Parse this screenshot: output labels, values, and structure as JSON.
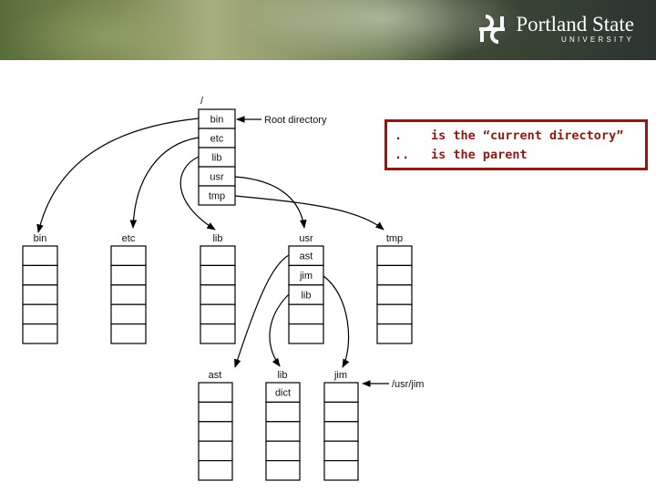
{
  "header": {
    "university_name": "Portland State",
    "university_sub": "UNIVERSITY",
    "colors": {
      "accent": "#8c1a12",
      "banner_overlay_text": "#ffffff"
    }
  },
  "diagram": {
    "root_label": "/",
    "root_annotation": "Root directory",
    "root_entries": [
      "bin",
      "etc",
      "lib",
      "usr",
      "tmp"
    ],
    "child_dirs": [
      {
        "name": "bin",
        "entries": [
          "",
          "",
          "",
          "",
          ""
        ]
      },
      {
        "name": "etc",
        "entries": [
          "",
          "",
          "",
          "",
          ""
        ]
      },
      {
        "name": "lib",
        "entries": [
          "",
          "",
          "",
          "",
          ""
        ]
      },
      {
        "name": "usr",
        "entries": [
          "ast",
          "jim",
          "lib",
          "",
          ""
        ]
      },
      {
        "name": "tmp",
        "entries": [
          "",
          "",
          "",
          "",
          ""
        ]
      }
    ],
    "grandchild_dirs": [
      {
        "name": "ast",
        "entries": [
          "",
          "",
          "",
          "",
          ""
        ]
      },
      {
        "name": "lib",
        "entries": [
          "dict",
          "",
          "",
          "",
          ""
        ]
      },
      {
        "name": "jim",
        "entries": [
          "",
          "",
          "",
          "",
          ""
        ]
      }
    ],
    "jim_annotation": "/usr/jim"
  },
  "note": {
    "lines": [
      {
        "symbol": ".",
        "text": "is the “current directory”"
      },
      {
        "symbol": "..",
        "text": "is the parent"
      }
    ]
  }
}
